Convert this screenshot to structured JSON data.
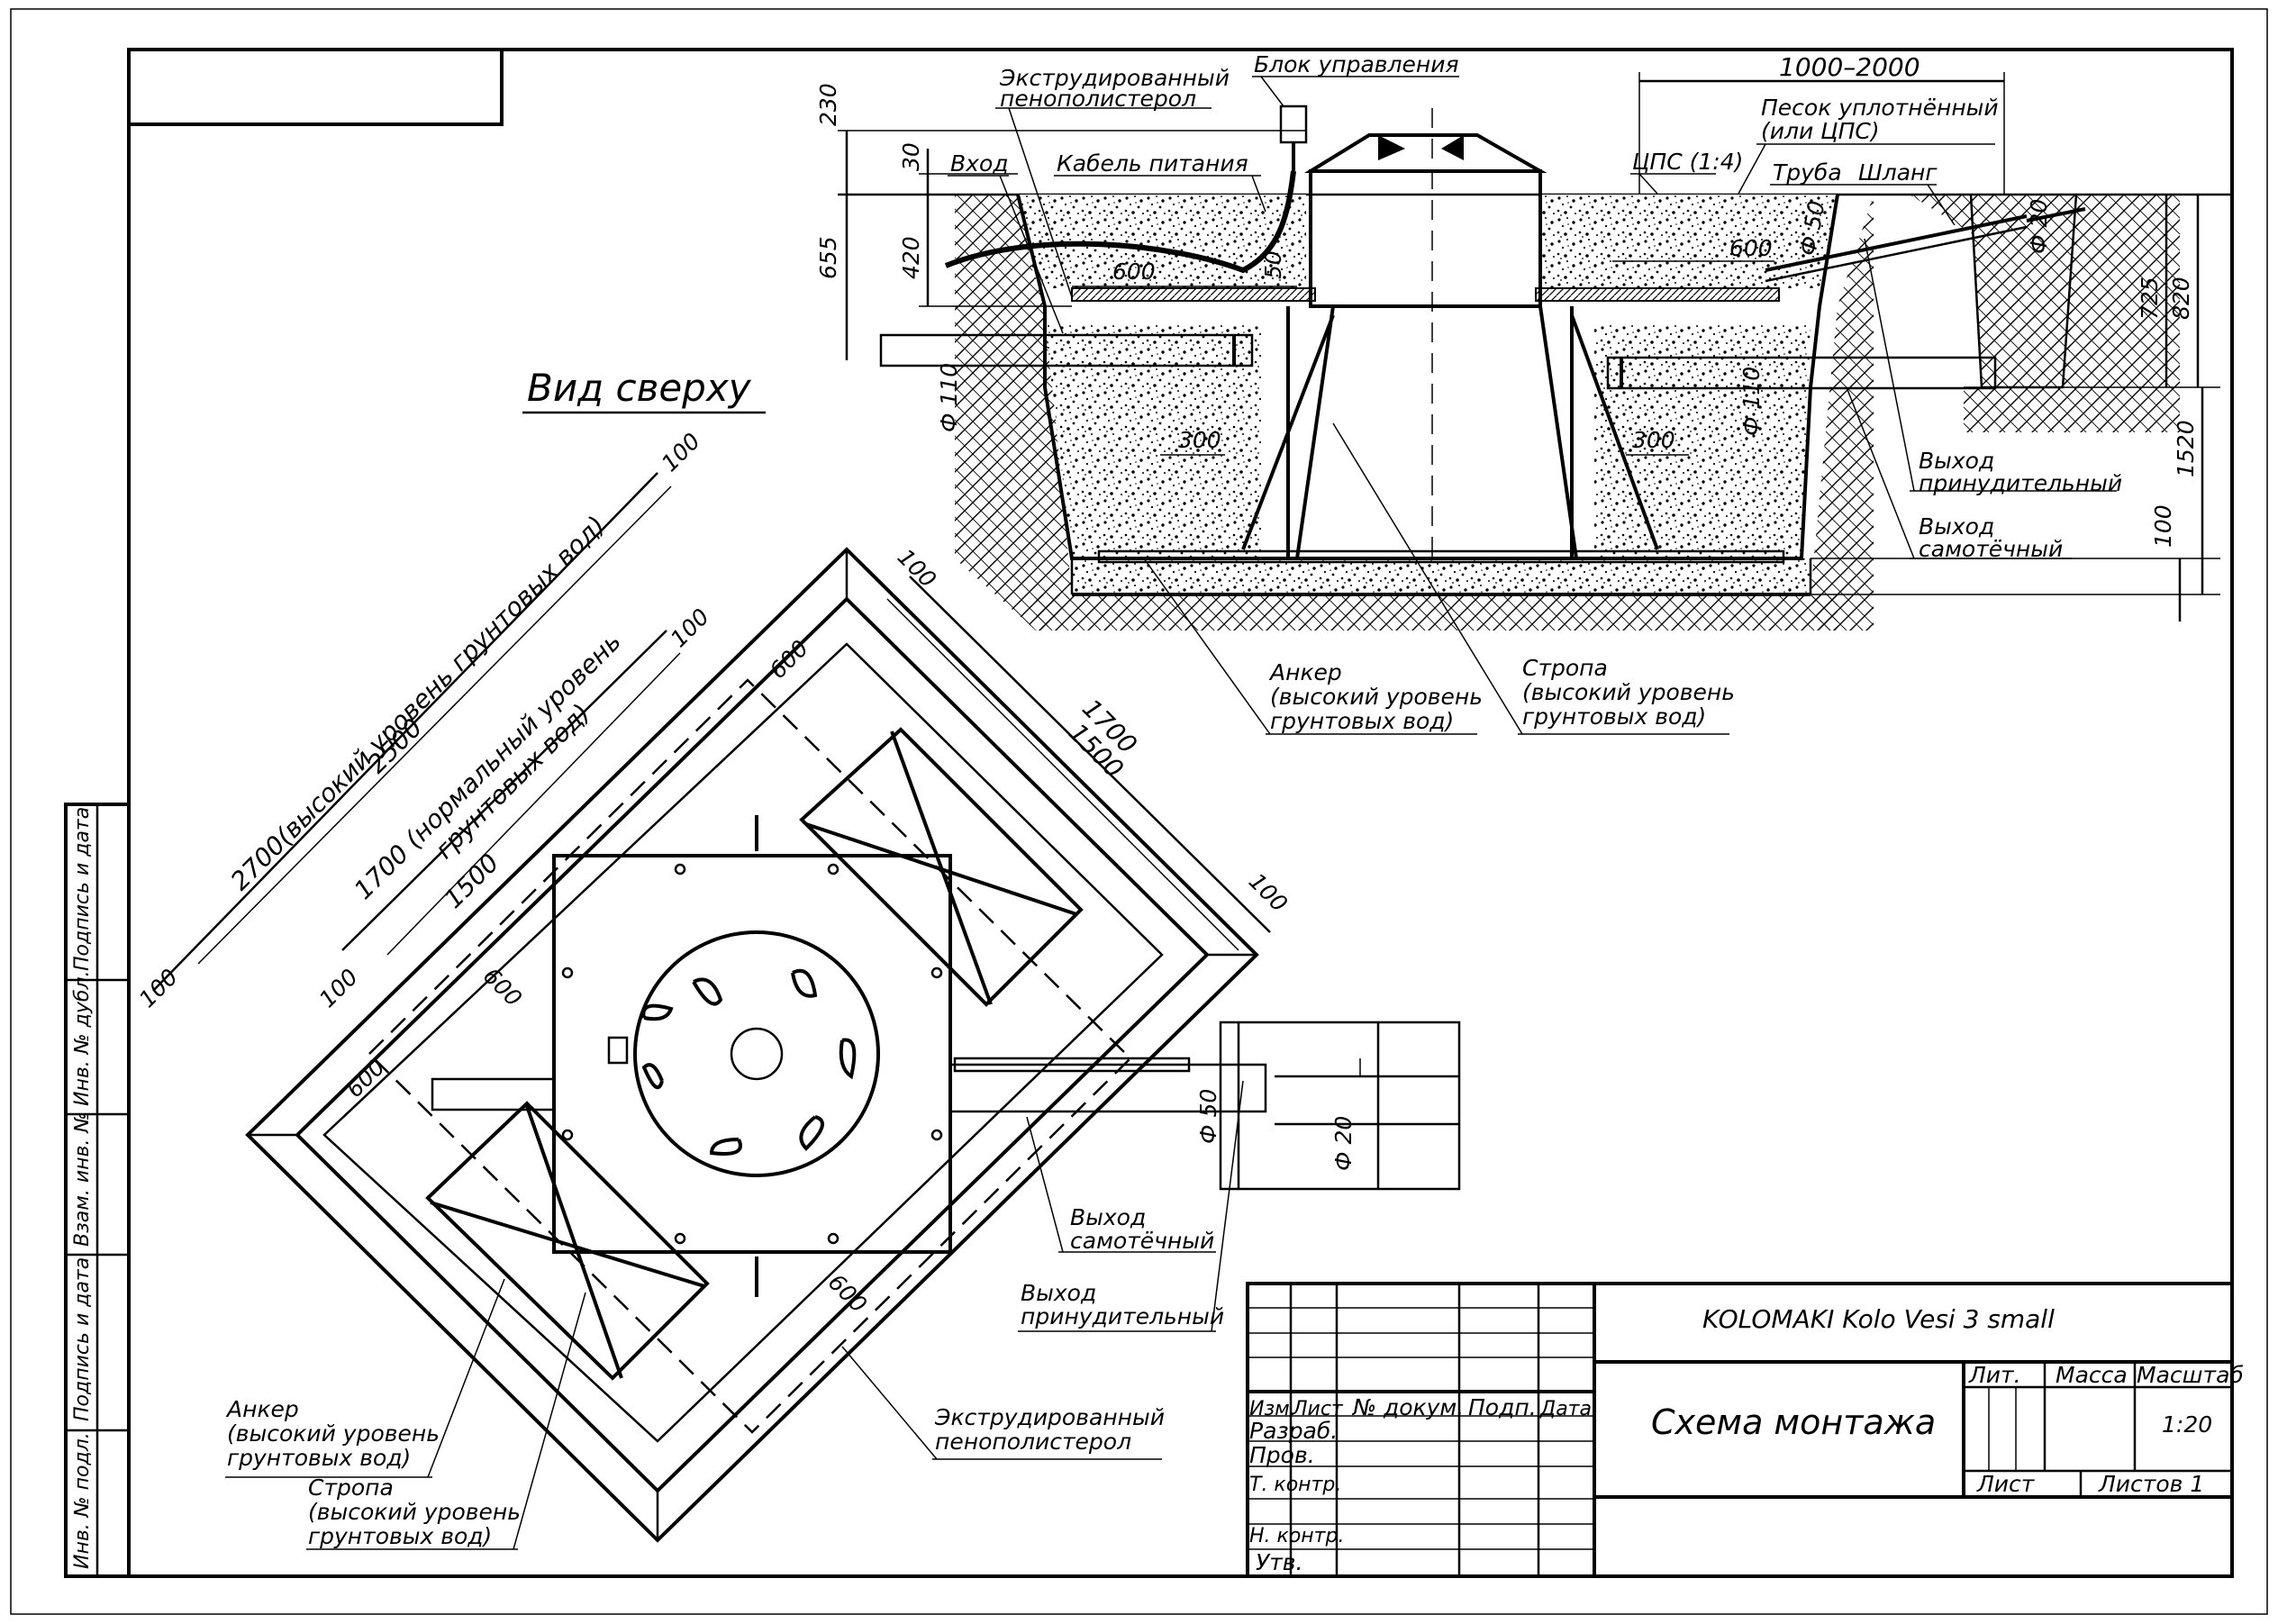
{
  "title_block": {
    "product": "KOLOMAKI Kolo Vesi 3 small",
    "doc_title": "Схема монтажа",
    "cols": [
      "Изм.",
      "Лист",
      "№ докум.",
      "Подп.",
      "Дата"
    ],
    "rows": [
      "Разраб.",
      "Пров.",
      "Т. контр.",
      "Н. контр.",
      "Утв."
    ],
    "lit_label": "Лит.",
    "mass_label": "Масса",
    "scale_label": "Масштаб",
    "scale_value": "1:20",
    "sheet_label": "Лист",
    "sheets_label": "Листов 1"
  },
  "side_stamp": [
    "Подпись и дата",
    "Инв. № дубл.",
    "Взам. инв. №",
    "Подпись и дата",
    "Инв. № подл."
  ],
  "section": {
    "labels": {
      "foam": [
        "Экструдированный",
        "пенополистерол"
      ],
      "control": "Блок управления",
      "inlet": "Вход",
      "cable": "Кабель питания",
      "sand": [
        "Песок уплотнённый",
        "(или ЦПС)"
      ],
      "cps": "ЦПС (1:4)",
      "pipe": "Труба",
      "hose": "Шланг",
      "out_forced": [
        "Выход",
        "принудительный"
      ],
      "out_gravity": [
        "Выход",
        "самотёчный"
      ],
      "anchor": [
        "Анкер",
        "(высокий уровень",
        "грунтовых вод)"
      ],
      "sling": [
        "Стропа",
        "(высокий уровень",
        "грунтовых вод)"
      ]
    },
    "dims": {
      "d230": "230",
      "d30": "30",
      "d655": "655",
      "d420": "420",
      "d600a": "600",
      "d600b": "600",
      "d50v": "50",
      "d1000_2000": "1000–2000",
      "d110a": "Ф 110",
      "d110b": "Ф 110",
      "d300a": "300",
      "d300b": "300",
      "d05": "Ф 50",
      "d20": "Ф 20",
      "d725": "725",
      "d820": "820",
      "d1520": "1520",
      "d100": "100"
    }
  },
  "plan": {
    "heading": "Вид сверху",
    "dims": {
      "a100": "100",
      "a2700": "2700(высокий уровень грунтовых вод)",
      "a2500": "2500",
      "b100": "100",
      "b1700": "1700 (нормальный уровень",
      "b1700b": "грунтовых вод)",
      "b1500": "1500",
      "c100": "100",
      "c600": "600",
      "c100b": "100",
      "d600": "600",
      "d600b": "600",
      "d100l": "100",
      "e1700": "1700",
      "e1500": "1500",
      "e100": "100",
      "f600": "600",
      "phi50": "Ф 50",
      "phi20": "Ф 20"
    },
    "labels": {
      "out_gravity": [
        "Выход",
        "самотёчный"
      ],
      "out_forced": [
        "Выход",
        "принудительный"
      ],
      "foam": [
        "Экструдированный",
        "пенополистерол"
      ],
      "anchor": [
        "Анкер",
        "(высокий уровень",
        "грунтовых вод)"
      ],
      "sling": [
        "Стропа",
        "(высокий уровень",
        "грунтовых вод)"
      ]
    }
  }
}
